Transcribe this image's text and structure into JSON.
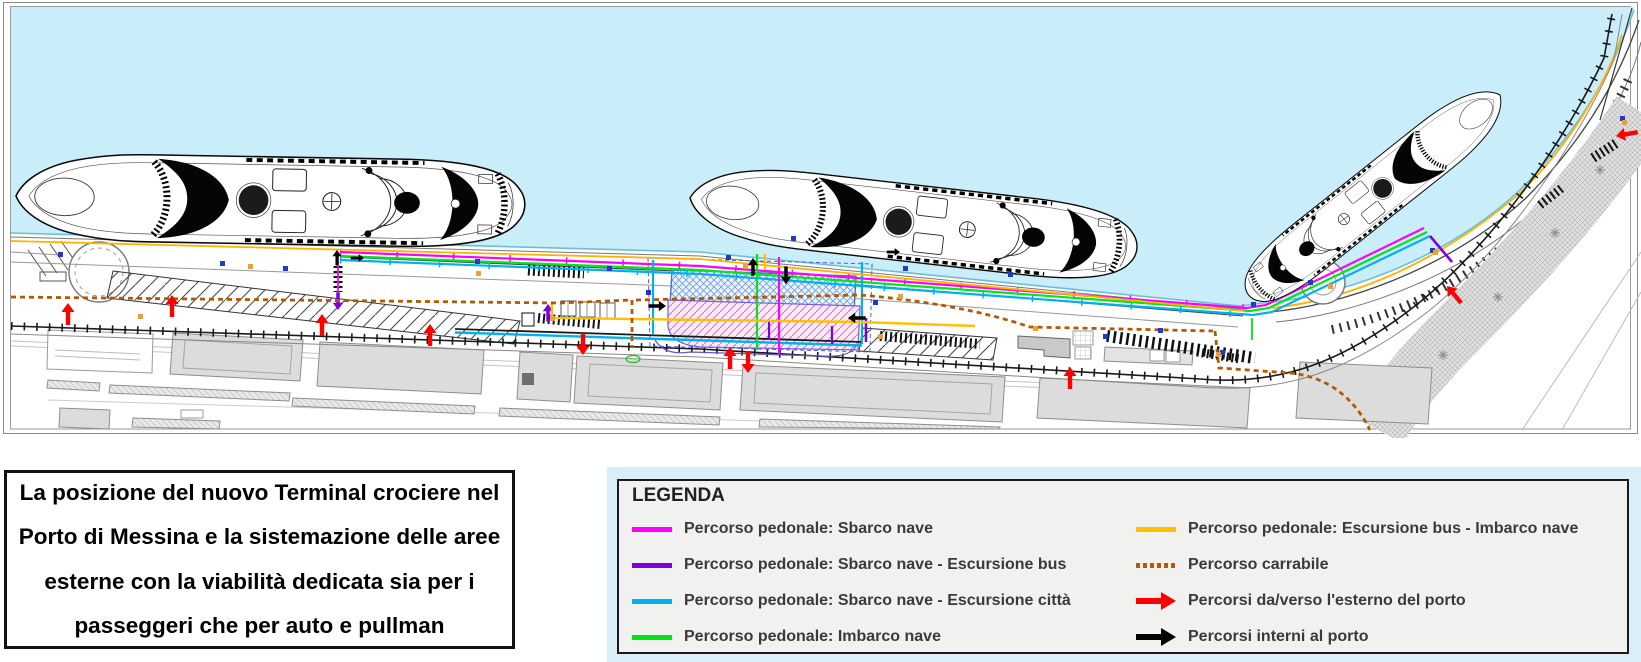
{
  "caption": {
    "lines": [
      "La posizione del nuovo Terminal crociere nel",
      "Porto di Messina e la sistemazione delle aree",
      "esterne con la viabilità dedicata sia per i",
      "passeggeri che per auto e pullman"
    ]
  },
  "legend": {
    "title": "LEGENDA",
    "items_left": [
      {
        "label": "Percorso pedonale: Sbarco nave",
        "color": "#FF00FF",
        "swatch": "line"
      },
      {
        "label": "Percorso pedonale: Sbarco nave - Escursione bus",
        "color": "#7E00E0",
        "swatch": "line"
      },
      {
        "label": "Percorso pedonale: Sbarco nave - Escursione città",
        "color": "#00B0F0",
        "swatch": "line"
      },
      {
        "label": "Percorso pedonale: Imbarco nave",
        "color": "#00E619",
        "swatch": "line"
      }
    ],
    "items_right": [
      {
        "label": "Percorso pedonale: Escursione bus - Imbarco nave",
        "color": "#FFC000",
        "swatch": "line"
      },
      {
        "label": "Percorso carrabile",
        "color": "#B35900",
        "swatch": "dotted"
      },
      {
        "label": "Percorsi da/verso l'esterno del porto",
        "color": "#FF0000",
        "swatch": "arrow"
      },
      {
        "label": "Percorsi interni al porto",
        "color": "#000000",
        "swatch": "arrow"
      }
    ]
  },
  "map": {
    "water_color": "#C9EDF9",
    "terminal_fill_blue": "#6FA0D8",
    "terminal_fill_pink": "#CC79C0",
    "ships": [
      "cruise-ship-1",
      "cruise-ship-2",
      "cruise-ship-3"
    ]
  }
}
